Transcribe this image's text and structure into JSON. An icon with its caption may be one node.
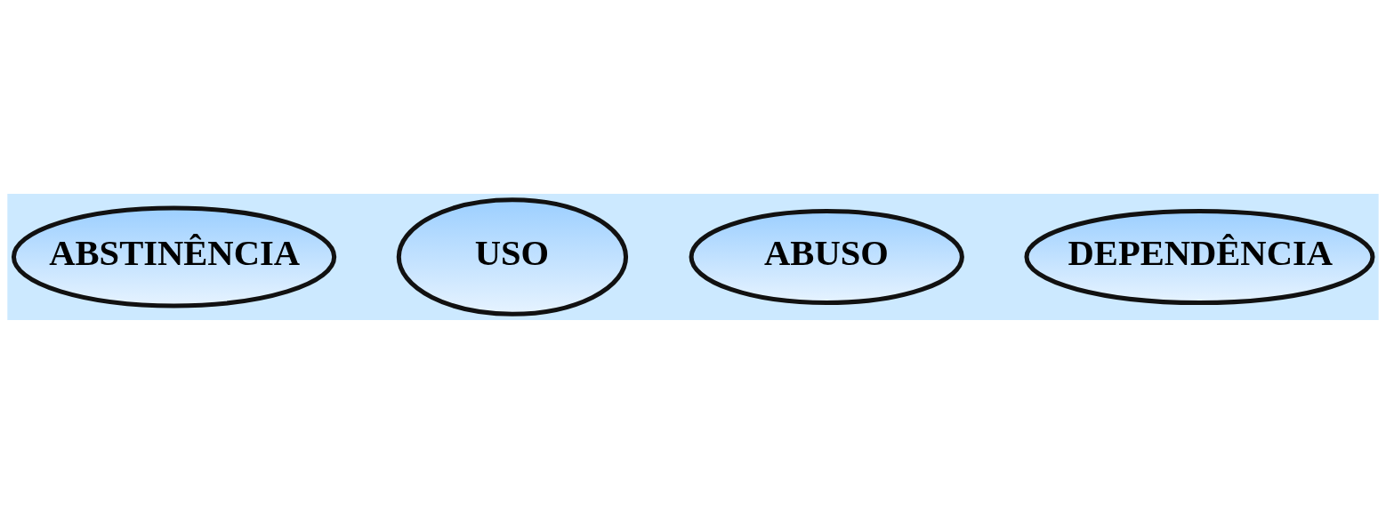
{
  "diagram": {
    "nodes": [
      {
        "text": [
          "ABSTINÊNCIA"
        ]
      },
      {
        "text": [
          "USO"
        ]
      },
      {
        "text": [
          "ABUSO"
        ]
      },
      {
        "text": [
          "DEPENDÊNCIA"
        ]
      }
    ]
  }
}
